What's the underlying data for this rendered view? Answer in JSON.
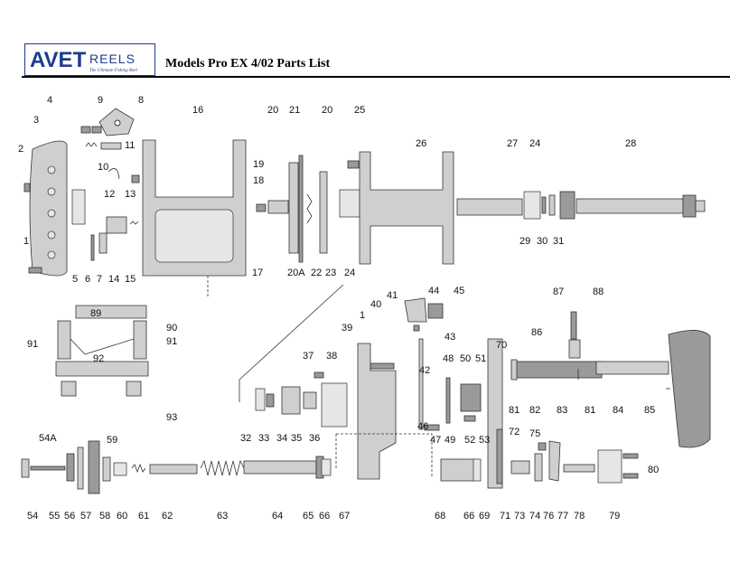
{
  "brand": {
    "name": "AVET",
    "sub": "REELS",
    "tagline": "The Ultimate Fishing Reel"
  },
  "header": {
    "title": "Models  Pro EX 4/02 Parts List"
  },
  "part_numbers": [
    "1",
    "2",
    "3",
    "4",
    "5",
    "6",
    "7",
    "8",
    "9",
    "10",
    "11",
    "12",
    "13",
    "14",
    "15",
    "16",
    "17",
    "18",
    "19",
    "20",
    "20",
    "20A",
    "21",
    "22",
    "23",
    "24",
    "24",
    "25",
    "26",
    "27",
    "28",
    "29",
    "30",
    "31",
    "1",
    "32",
    "33",
    "34",
    "35",
    "36",
    "37",
    "38",
    "39",
    "40",
    "41",
    "42",
    "43",
    "44",
    "45",
    "46",
    "47",
    "48",
    "49",
    "50",
    "51",
    "52",
    "53",
    "54",
    "54A",
    "55",
    "56",
    "57",
    "58",
    "59",
    "60",
    "61",
    "62",
    "63",
    "64",
    "65",
    "66",
    "66",
    "67",
    "68",
    "69",
    "70",
    "71",
    "72",
    "73",
    "74",
    "75",
    "76",
    "77",
    "78",
    "79",
    "80",
    "81",
    "81",
    "82",
    "83",
    "84",
    "85",
    "86",
    "87",
    "88",
    "89",
    "90",
    "91",
    "91",
    "92",
    "93"
  ],
  "colors": {
    "part_fill": "#cfcfcf",
    "part_dark": "#9a9a9a",
    "outline": "#333333",
    "logo_blue": "#1f3a8f"
  }
}
